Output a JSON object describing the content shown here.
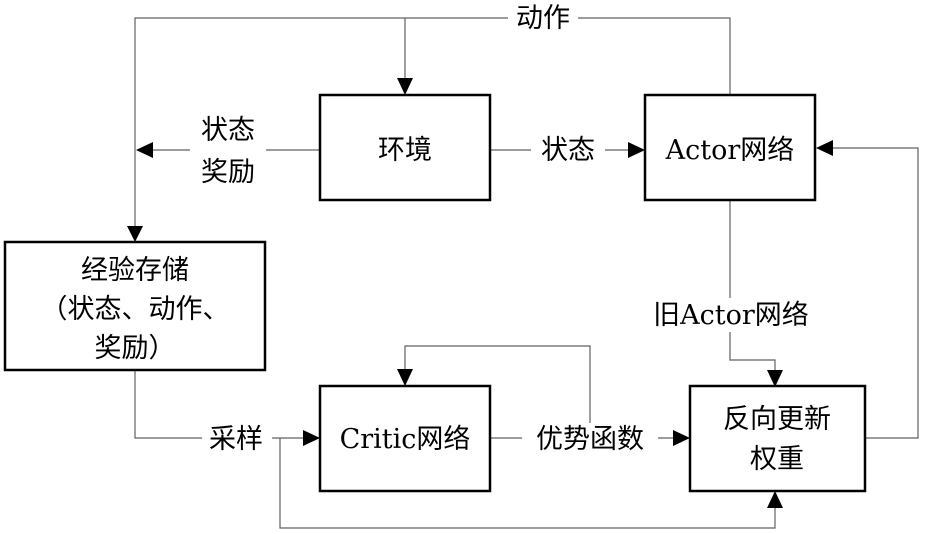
{
  "nodes": {
    "environment": {
      "label": "环境"
    },
    "actor": {
      "label": "Actor网络"
    },
    "memory": {
      "lines": [
        "经验存储",
        "（状态、动作、",
        "奖励）"
      ]
    },
    "critic": {
      "label": "Critic网络"
    },
    "update": {
      "lines": [
        "反向更新",
        "权重"
      ]
    }
  },
  "edges": {
    "action": {
      "label": "动作"
    },
    "state_reward": {
      "lines": [
        "状态",
        "奖励"
      ]
    },
    "state": {
      "label": "状态"
    },
    "old_actor": {
      "label": "旧Actor网络"
    },
    "sample": {
      "label": "采样"
    },
    "advantage": {
      "label": "优势函数"
    }
  }
}
